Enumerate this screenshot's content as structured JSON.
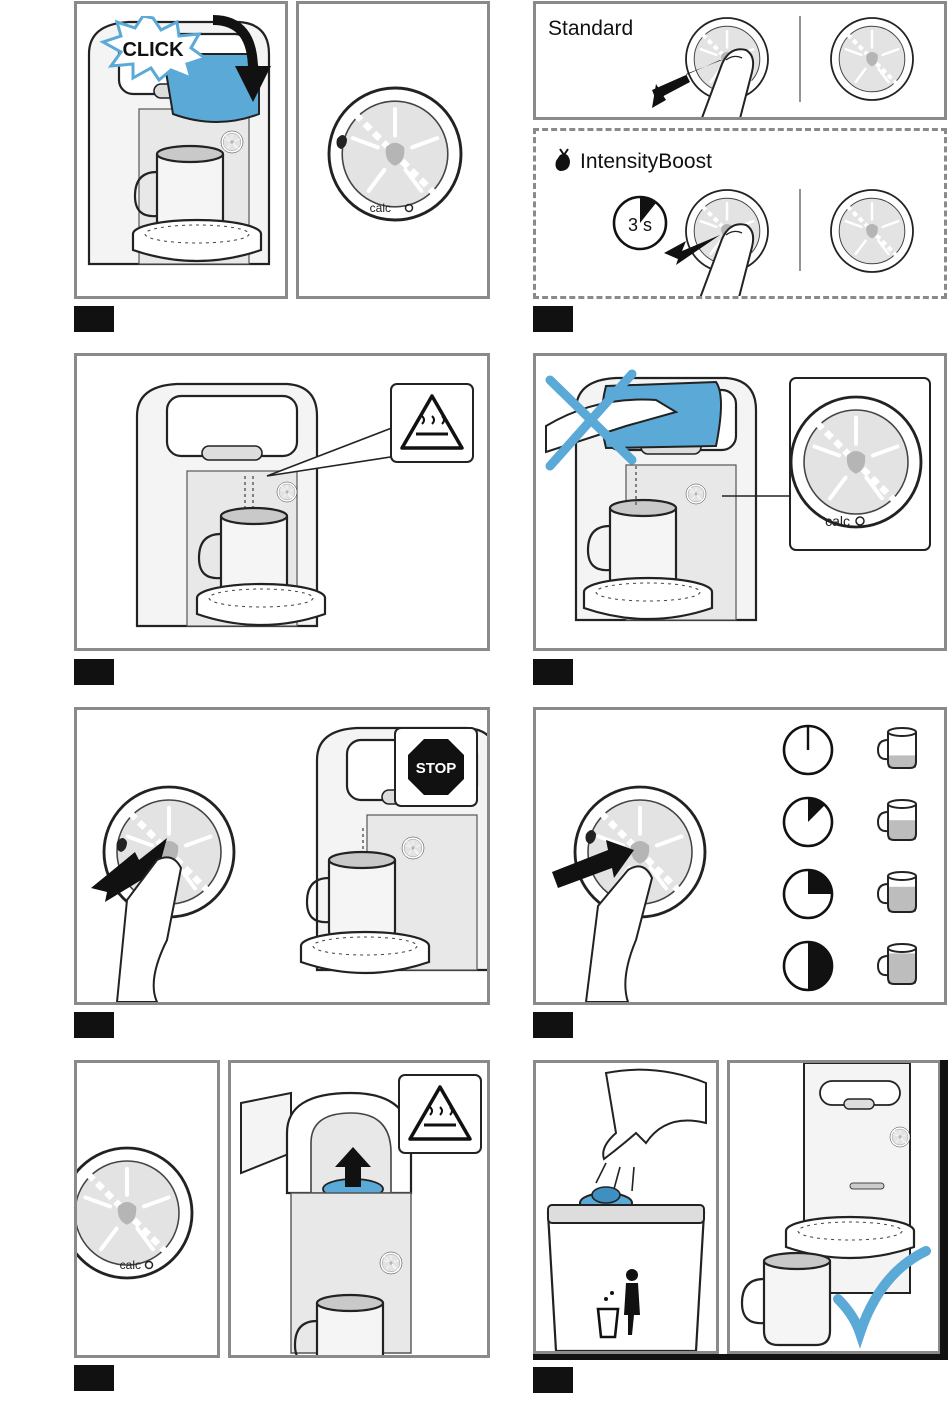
{
  "labels": {
    "click": "CLICK",
    "calc": "calc",
    "standard": "Standard",
    "intensity_boost": "IntensityBoost",
    "timer_3s": "3 s",
    "stop": "STOP"
  },
  "colors": {
    "accent_blue": "#5aa9d6",
    "panel_border": "#8a8a8a",
    "dial_grey": "#d9d9d9",
    "step_tag": "#111111"
  },
  "icons": [
    "click-starburst-icon",
    "down-arrow-icon",
    "hot-surface-warning-icon",
    "stop-sign-icon",
    "cross-mark-icon",
    "bean-intensity-icon",
    "timer-icon",
    "trash-bin-icon",
    "check-mark-icon",
    "up-arrow-icon"
  ],
  "timers": [
    {
      "fraction": 0
    },
    {
      "fraction": 0.125
    },
    {
      "fraction": 0.25
    },
    {
      "fraction": 0.5
    }
  ],
  "cups": [
    {
      "fill": 0.35
    },
    {
      "fill": 0.55
    },
    {
      "fill": 0.7
    },
    {
      "fill": 0.85
    }
  ]
}
